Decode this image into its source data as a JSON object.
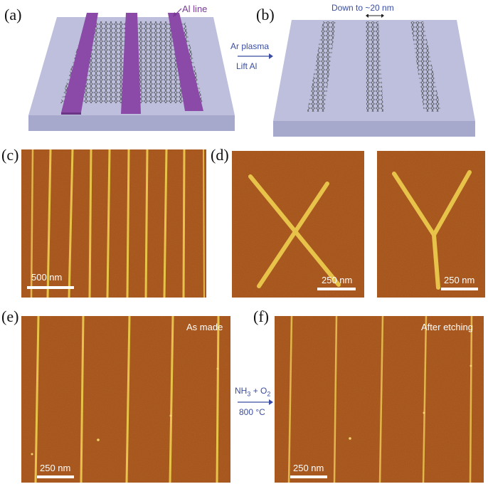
{
  "labels": {
    "a": "(a)",
    "b": "(b)",
    "c": "(c)",
    "d": "(d)",
    "e": "(e)",
    "f": "(f)"
  },
  "schematic_a": {
    "al_line_label": "Al line"
  },
  "arrow_ab": {
    "line1": "Ar plasma",
    "line2": "Lift Al"
  },
  "schematic_b": {
    "width_label": "Down to ~20 nm"
  },
  "panel_c": {
    "scale_bar": "500 nm"
  },
  "panel_d": {
    "scale_bar_left": "250 nm",
    "scale_bar_right": "250 nm"
  },
  "panel_e": {
    "title": "As made",
    "scale_bar": "250 nm"
  },
  "arrow_ef": {
    "line1_main": "NH",
    "line1_sub": "3",
    "line1_mid": " + O",
    "line1_sub2": "2",
    "line2": "800 °C"
  },
  "panel_f": {
    "title": "After etching",
    "scale_bar": "250 nm"
  },
  "colors": {
    "substrate_top": "#bdbfdc",
    "substrate_side": "#a6a8cc",
    "al_line": "#8b4aa8",
    "afm_bg": "#a5511a",
    "afm_line": "#e8c34a",
    "arrow": "#3a4da0"
  }
}
